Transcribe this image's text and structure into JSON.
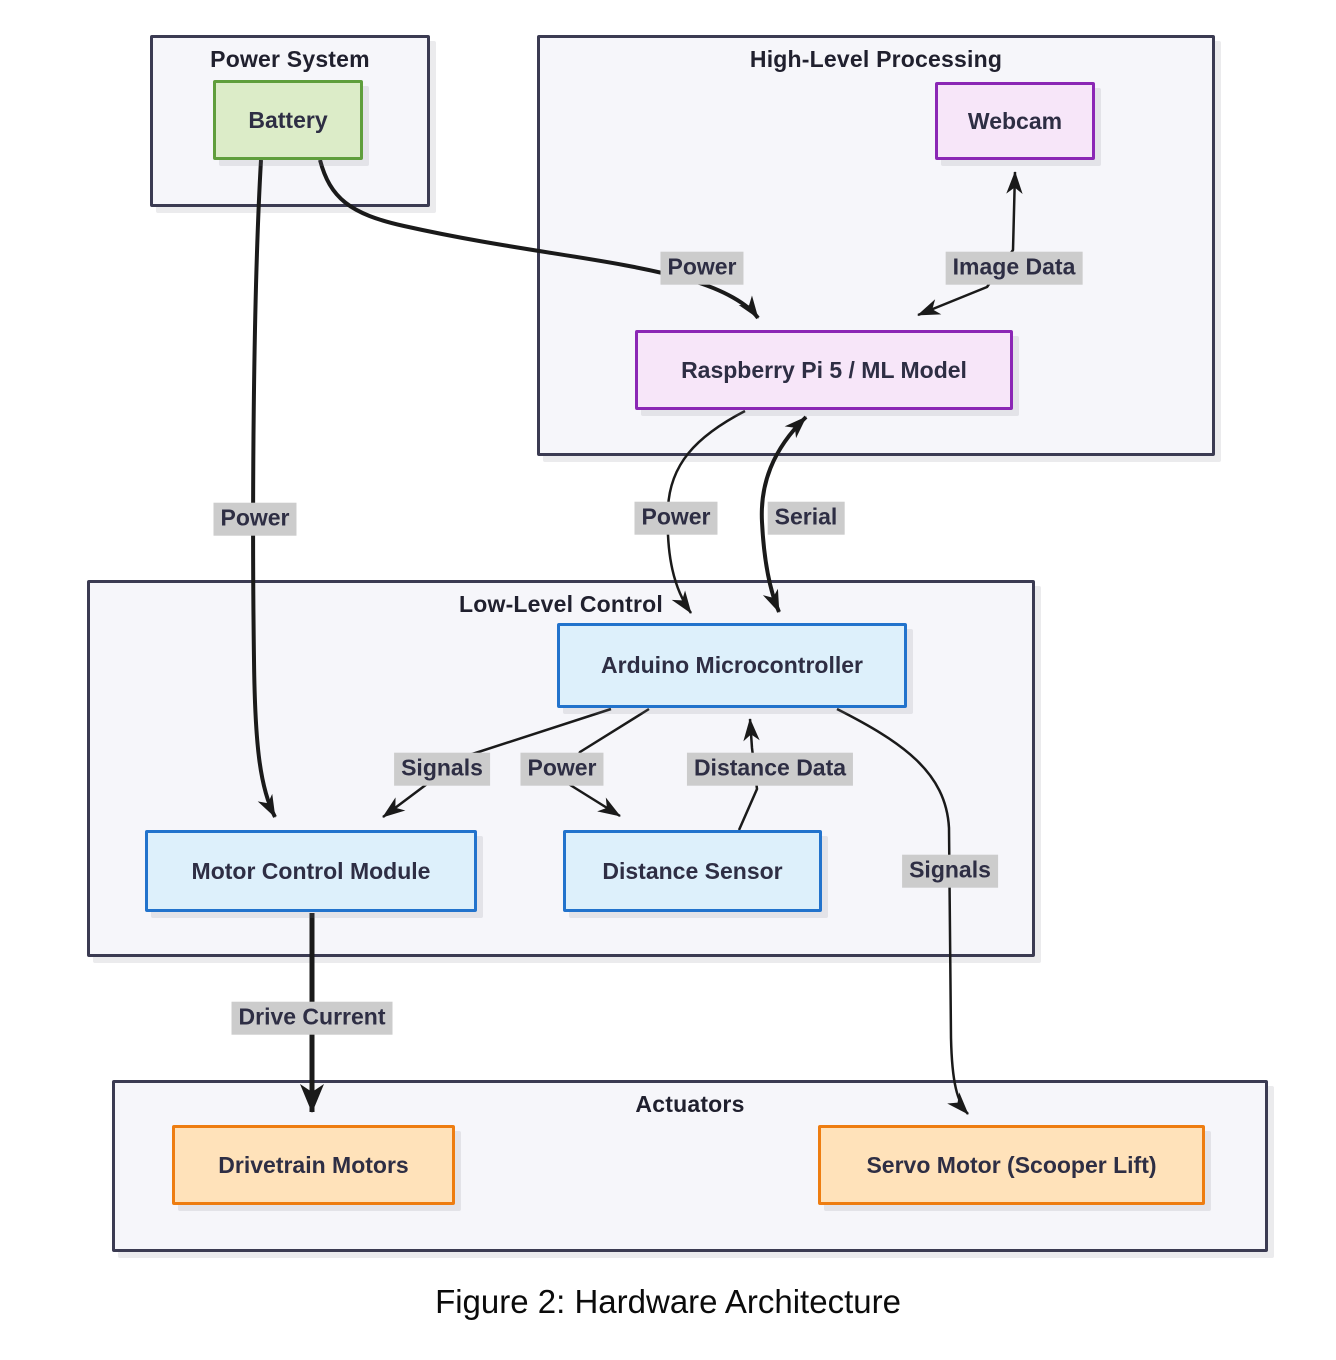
{
  "diagram": {
    "caption": "Figure 2: Hardware Architecture",
    "containers": [
      {
        "id": "power-system",
        "title": "Power System"
      },
      {
        "id": "high-level-processing",
        "title": "High-Level Processing"
      },
      {
        "id": "low-level-control",
        "title": "Low-Level Control"
      },
      {
        "id": "actuators",
        "title": "Actuators"
      }
    ],
    "nodes": [
      {
        "id": "battery",
        "label": "Battery",
        "color": "green"
      },
      {
        "id": "webcam",
        "label": "Webcam",
        "color": "purple"
      },
      {
        "id": "raspberry-pi",
        "label": "Raspberry Pi 5 / ML Model",
        "color": "purple"
      },
      {
        "id": "arduino",
        "label": "Arduino Microcontroller",
        "color": "blue"
      },
      {
        "id": "motor-control-module",
        "label": "Motor Control Module",
        "color": "blue"
      },
      {
        "id": "distance-sensor",
        "label": "Distance Sensor",
        "color": "blue"
      },
      {
        "id": "drivetrain-motors",
        "label": "Drivetrain Motors",
        "color": "orange"
      },
      {
        "id": "servo-motor",
        "label": "Servo Motor (Scooper Lift)",
        "color": "orange"
      }
    ],
    "edges": [
      {
        "name": "battery-to-raspberry-pi",
        "label": "Power",
        "bidirectional": false
      },
      {
        "name": "webcam-raspberry-pi",
        "label": "Image Data",
        "bidirectional": true
      },
      {
        "name": "battery-to-motor-control",
        "label": "Power",
        "bidirectional": false
      },
      {
        "name": "raspberry-pi-to-arduino",
        "label": "Power",
        "bidirectional": false
      },
      {
        "name": "raspberry-pi-arduino-serial",
        "label": "Serial",
        "bidirectional": true
      },
      {
        "name": "arduino-to-motor-control",
        "label": "Signals",
        "bidirectional": false
      },
      {
        "name": "arduino-to-distance-sensor",
        "label": "Power",
        "bidirectional": false
      },
      {
        "name": "distance-sensor-to-arduino",
        "label": "Distance Data",
        "bidirectional": false
      },
      {
        "name": "arduino-to-servo-motor",
        "label": "Signals",
        "bidirectional": false
      },
      {
        "name": "motor-control-to-drivetrain",
        "label": "Drive Current",
        "bidirectional": false
      }
    ],
    "colors": {
      "battery_fill": "#dcecc8",
      "battery_border": "#5f9e3c",
      "processing_fill": "#f7e6f9",
      "processing_border": "#8b27b5",
      "control_fill": "#ddf0fb",
      "control_border": "#2273cc",
      "actuator_fill": "#ffe2ba",
      "actuator_border": "#ee7d11",
      "container_fill": "#f6f6fa",
      "container_border": "#3b3b52",
      "edge_stroke": "#1a1a1a",
      "edge_label_bg": "#cccccc",
      "text": "#2e2e44"
    }
  }
}
